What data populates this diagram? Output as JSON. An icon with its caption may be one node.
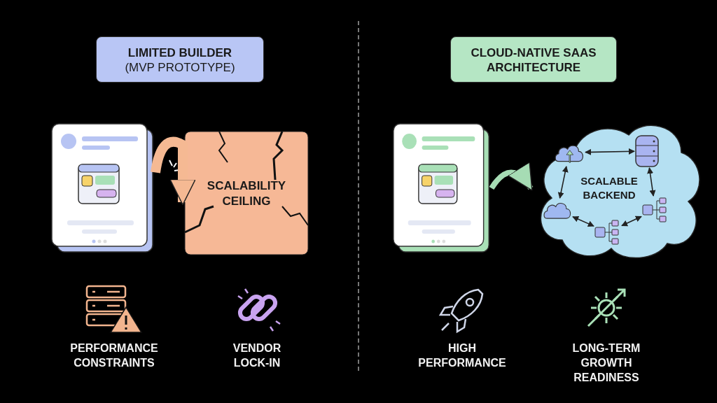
{
  "diagram": {
    "nodes": [
      {
        "text": [
          "LIMITED BUILDER",
          "(MVP PROTOTYPE)"
        ]
      },
      {
        "text": [],
        "shape": "picture"
      },
      {
        "text": [
          "SCALABILITY CEILING"
        ]
      },
      {
        "text": [
          "CLOUD-NATIVE SAAS ARCHITECTURE"
        ]
      },
      {
        "text": [],
        "shape": "picture"
      },
      {
        "text": [
          "SCALABLE BACKEND"
        ]
      },
      {
        "text": [],
        "shape": "picture",
        "in": 5
      },
      {
        "text": [],
        "shape": "picture",
        "in": 5
      },
      {
        "text": [],
        "shape": "picture",
        "in": 5
      },
      {
        "text": [],
        "shape": "picture",
        "in": 5
      },
      {
        "text": [],
        "shape": "picture",
        "in": 5
      }
    ],
    "edges": [
      {
        "from": 1,
        "to": 2,
        "arrow": "to",
        "style": "thick",
        "color": "#f5b993"
      },
      {
        "from": 4,
        "to": 5,
        "arrow": "to",
        "style": "thick",
        "color": "#a6dcb4"
      },
      {
        "from": 6,
        "to": 7,
        "arrow": "both"
      },
      {
        "from": 7,
        "to": 9,
        "arrow": "both"
      },
      {
        "from": 9,
        "to": 10,
        "arrow": "both"
      },
      {
        "from": 10,
        "to": 8,
        "arrow": "both"
      },
      {
        "from": 8,
        "to": 6,
        "arrow": "both"
      }
    ],
    "labels": [
      "PERFORMANCE CONSTRAINTS",
      "VENDOR LOCK-IN",
      "HIGH PERFORMANCE",
      "LONG-TERM GROWTH READINESS"
    ]
  }
}
